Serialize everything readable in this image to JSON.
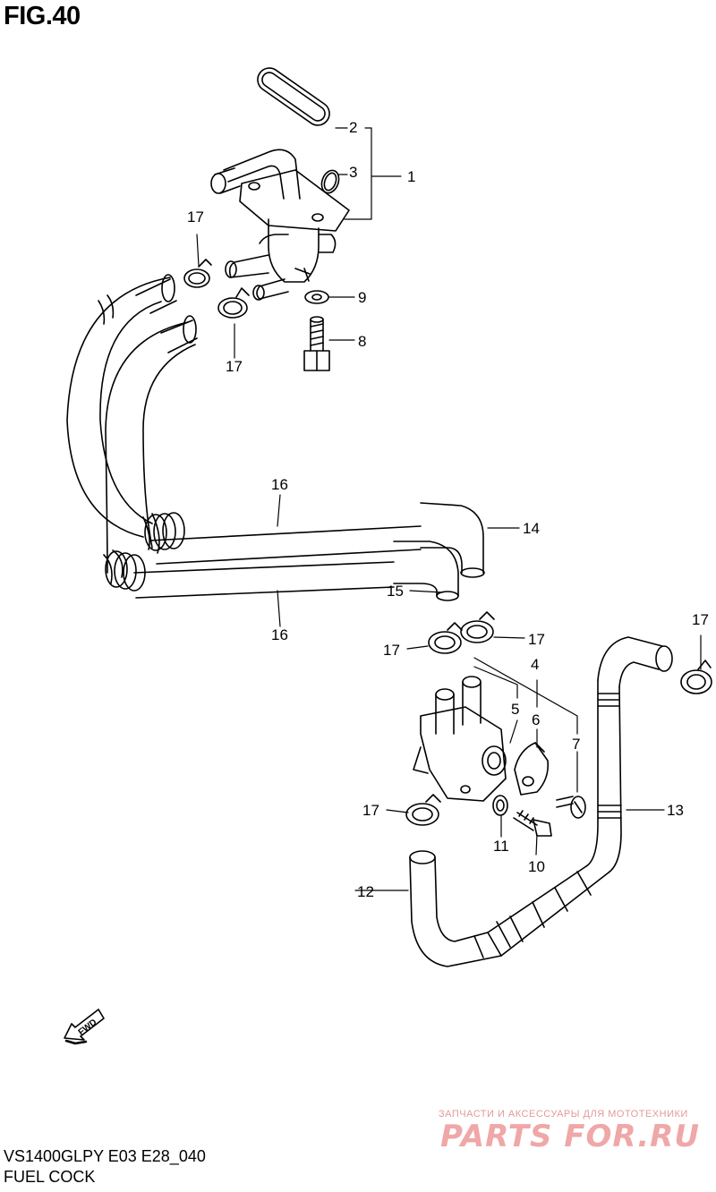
{
  "figure": {
    "title": "FIG.40",
    "model": "VS1400GLPY E03 E28_040",
    "name": "FUEL COCK"
  },
  "callouts": {
    "c1": "1",
    "c2": "2",
    "c3": "3",
    "c4": "4",
    "c5": "5",
    "c6": "6",
    "c7": "7",
    "c8": "8",
    "c9": "9",
    "c10": "10",
    "c11": "11",
    "c12": "12",
    "c13": "13",
    "c14": "14",
    "c15": "15",
    "c16a": "16",
    "c16b": "16",
    "c17a": "17",
    "c17b": "17",
    "c17c": "17",
    "c17d": "17",
    "c17e": "17",
    "c17f": "17"
  },
  "fwd_label": "FWD",
  "watermark": {
    "tagline": "ЗАПЧАСТИ И АКСЕССУАРЫ ДЛЯ МОТОТЕХНИКИ",
    "logo": "PARTS FOR.RU"
  }
}
